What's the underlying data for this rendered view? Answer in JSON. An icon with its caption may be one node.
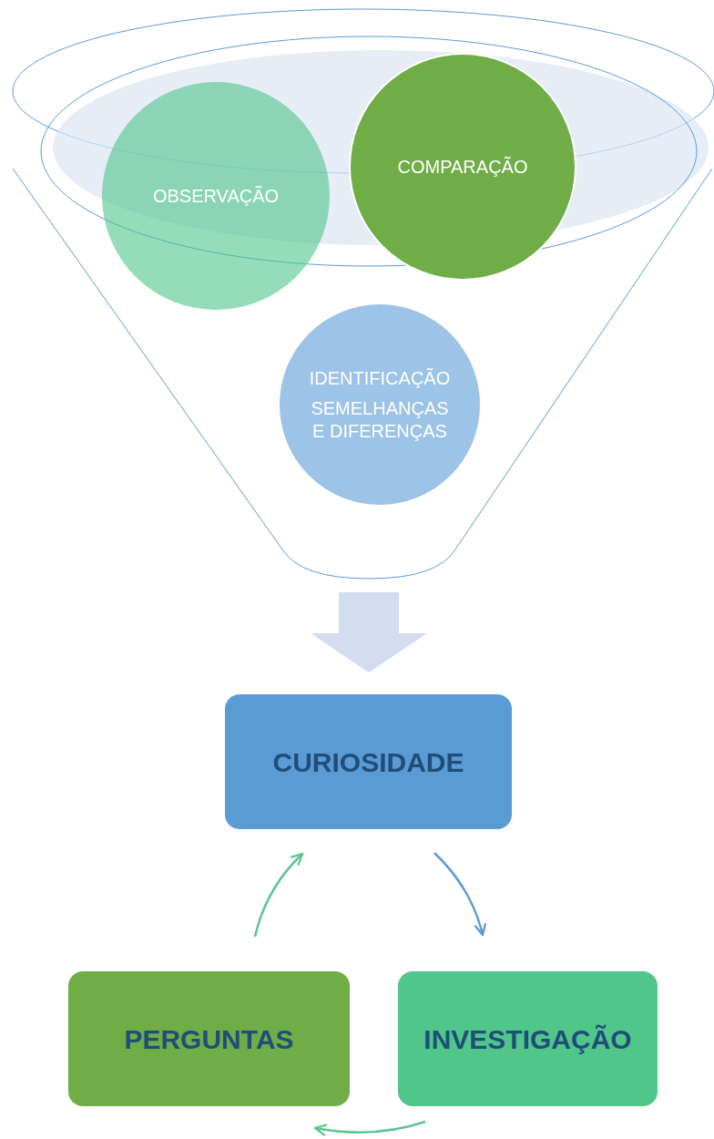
{
  "diagram": {
    "nodes": [
      {
        "text": [],
        "shape": "funnel"
      },
      {
        "text": [
          "OBSERVAÇÃO"
        ],
        "in": 0
      },
      {
        "text": [
          "COMPARAÇÃO"
        ],
        "in": 0
      },
      {
        "text": [
          "IDENTIFICAÇÃO",
          "SEMELHANÇAS E DIFERENÇAS"
        ],
        "in": 0
      },
      {
        "text": [
          "CURIOSIDADE"
        ]
      },
      {
        "text": [
          "PERGUNTAS"
        ]
      },
      {
        "text": [
          "INVESTIGAÇÃO"
        ]
      }
    ],
    "edges": [
      {
        "from": 0,
        "to": 4,
        "arrow": "to",
        "style": "thick",
        "color": "#d3ddef"
      },
      {
        "from": 4,
        "to": 6,
        "arrow": "to",
        "color": "#5b9bd5"
      },
      {
        "from": 6,
        "to": 5,
        "arrow": "to"
      },
      {
        "from": 5,
        "to": 4,
        "arrow": "to"
      }
    ]
  }
}
